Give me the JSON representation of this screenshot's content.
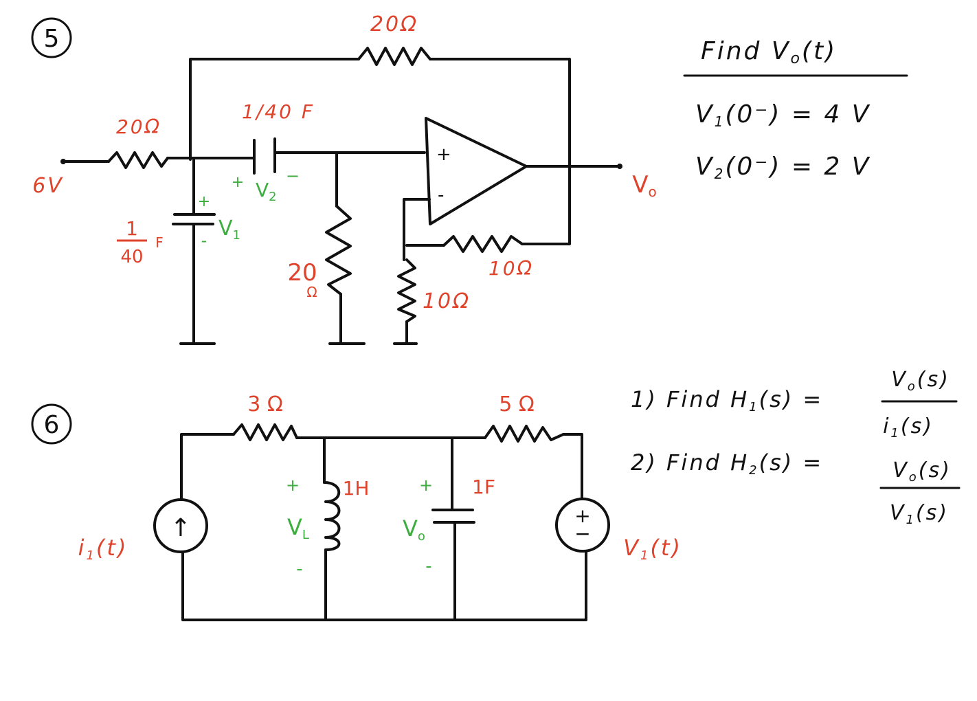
{
  "colors": {
    "ink": "#111111",
    "red_label": "#e0432b",
    "green_label": "#3dae3f",
    "background": "#ffffff"
  },
  "problem5": {
    "number": "5",
    "labels": {
      "r_feedback_top": "20Ω",
      "r_input": "20Ω",
      "c_series": "1/40 F",
      "c_shunt_num": "1",
      "c_shunt_den": "40",
      "c_shunt_unit": "F",
      "r_shunt_val": "20",
      "r_shunt_unit": "Ω",
      "r_ground": "10Ω",
      "r_feedback_op": "10Ω",
      "source": "6V",
      "output": "V",
      "output_sub": "o",
      "v1_plus": "+",
      "v1_minus": "-",
      "v1": "V",
      "v1_sub": "1",
      "v2_plus": "+",
      "v2_minus": "−",
      "v2": "V",
      "v2_sub": "2",
      "opamp_plus": "+",
      "opamp_minus": "-"
    },
    "given": {
      "title": "Find V",
      "title_sub": "o",
      "title_tail": "(t)",
      "line1": "V",
      "line1_sub": "1",
      "line1_tail": "(0⁻) = 4 V",
      "line2": "V",
      "line2_sub": "2",
      "line2_tail": "(0⁻) = 2 V"
    }
  },
  "problem6": {
    "number": "6",
    "labels": {
      "r1": "3 Ω",
      "r2": "5 Ω",
      "inductor": "1H",
      "capacitor": "1F",
      "current_source": "i",
      "current_source_sub": "1",
      "current_source_tail": "(t)",
      "voltage_source": "V",
      "voltage_source_sub": "1",
      "voltage_source_tail": "(t)",
      "vl_plus": "+",
      "vl_minus": "-",
      "vl": "V",
      "vl_sub": "L",
      "vo_plus": "+",
      "vo_minus": "-",
      "vo": "V",
      "vo_sub": "o",
      "current_arrow": "↑",
      "vsource_plus": "+",
      "vsource_minus": "−"
    },
    "questions": [
      {
        "lead": "1) Find H",
        "lead_sub": "1",
        "lead_tail": "(s) =",
        "num": "V",
        "num_sub": "o",
        "num_tail": "(s)",
        "den": "i",
        "den_sub": "1",
        "den_tail": "(s)"
      },
      {
        "lead": "2) Find H",
        "lead_sub": "2",
        "lead_tail": "(s) =",
        "num": "V",
        "num_sub": "o",
        "num_tail": "(s)",
        "den": "V",
        "den_sub": "1",
        "den_tail": "(s)"
      }
    ]
  }
}
